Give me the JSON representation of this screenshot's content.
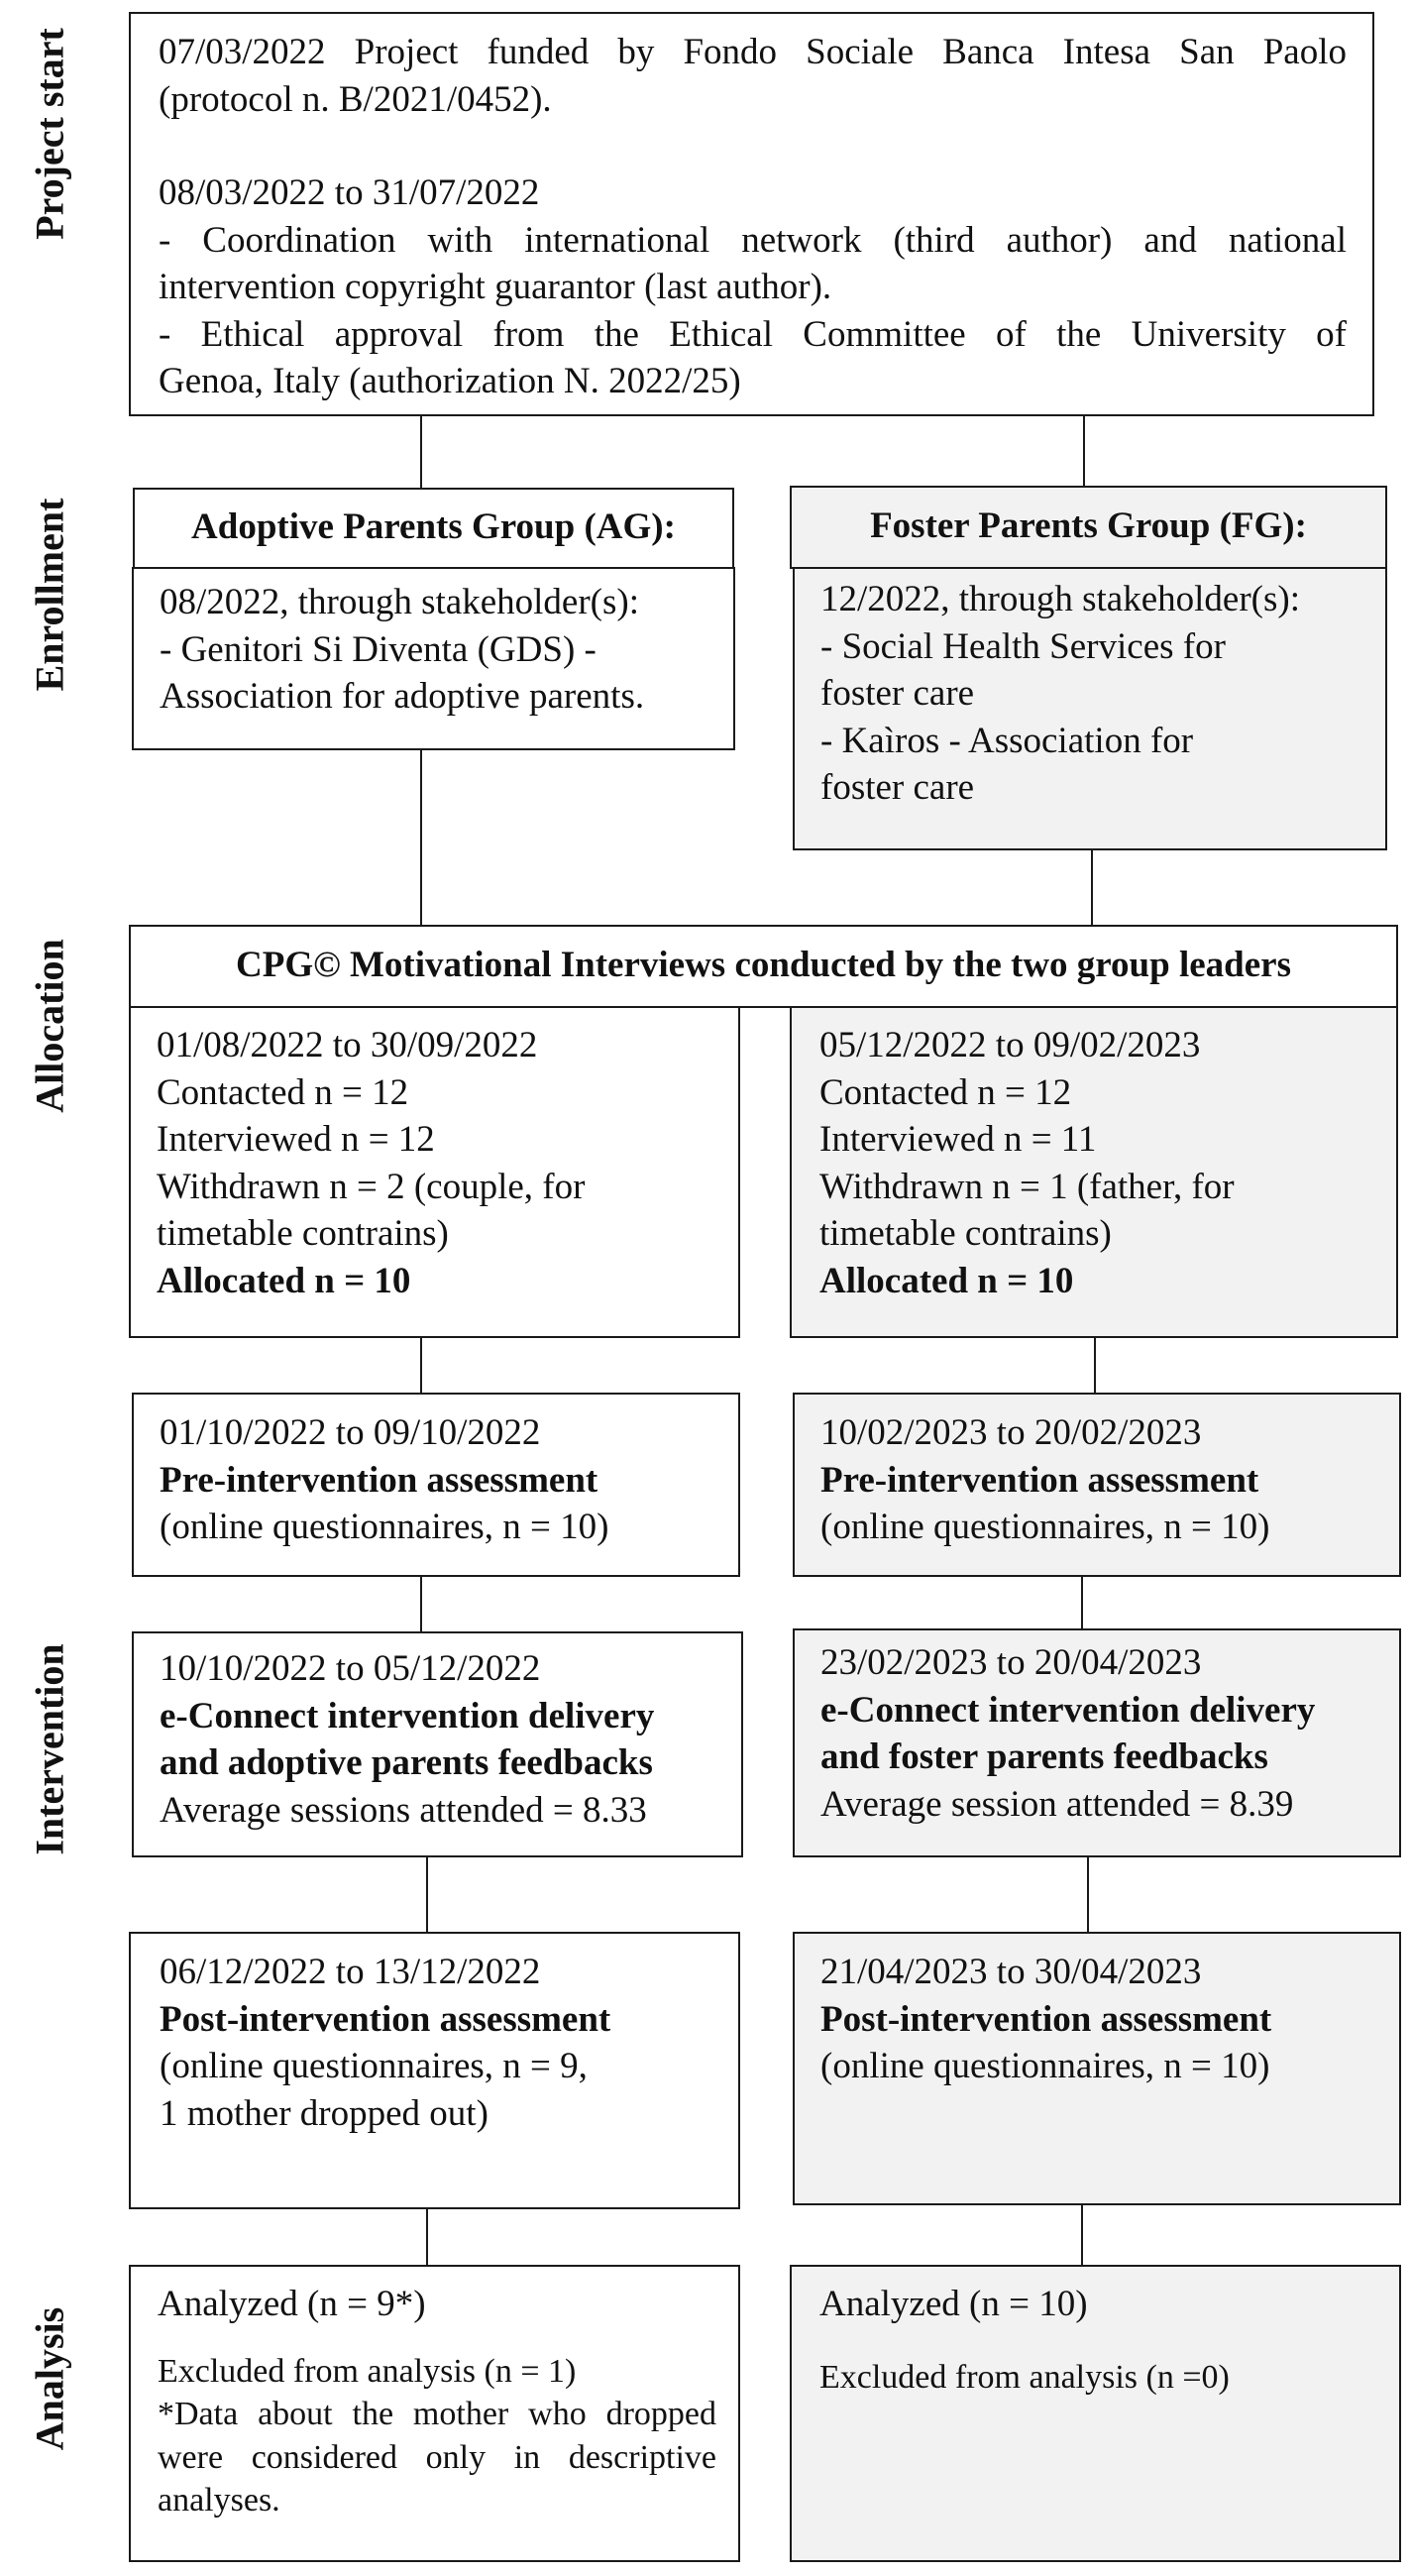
{
  "phases": {
    "project_start": "Project start",
    "enrollment": "Enrollment",
    "allocation": "Allocation",
    "intervention": "Intervention",
    "analysis": "Analysis"
  },
  "project_start_box": {
    "line1": "07/03/2022 Project funded by Fondo Sociale Banca Intesa San Paolo",
    "line2": "(protocol n. B/2021/0452).",
    "line3": "08/03/2022 to 31/07/2022",
    "line4": "- Coordination with international network (third author) and national",
    "line5": "intervention copyright guarantor (last author).",
    "line6": "- Ethical approval from the Ethical Committee of the University of",
    "line7": "Genoa, Italy (authorization N. 2022/25)"
  },
  "ag": {
    "header": "Adoptive Parents Group (AG):",
    "enroll": [
      "08/2022, through stakeholder(s):",
      "- Genitori Si Diventa (GDS) -",
      "Association for adoptive parents."
    ],
    "allocation": [
      "01/08/2022 to 30/09/2022",
      "Contacted n = 12",
      "Interviewed n = 12",
      "Withdrawn n = 2 (couple, for",
      "timetable contrains)",
      "Allocated n = 10"
    ],
    "pre": [
      "01/10/2022 to 09/10/2022",
      "Pre-intervention assessment",
      "(online questionnaires, n = 10)"
    ],
    "intervention": [
      "10/10/2022 to 05/12/2022",
      "e-Connect intervention delivery",
      "and adoptive parents feedbacks",
      "Average sessions attended = 8.33"
    ],
    "post": [
      "06/12/2022 to 13/12/2022",
      "Post-intervention assessment",
      "(online questionnaires, n = 9,",
      "1 mother dropped out)"
    ],
    "analysis": [
      "Analyzed (n = 9*)",
      "Excluded from analysis (n = 1)",
      "*Data about the mother who dropped",
      "were considered only in descriptive",
      "analyses."
    ]
  },
  "fg": {
    "header": "Foster Parents Group (FG):",
    "enroll": [
      "12/2022, through stakeholder(s):",
      "- Social Health Services for",
      "foster care",
      "- Kaìros - Association for",
      "foster care"
    ],
    "allocation": [
      "05/12/2022 to 09/02/2023",
      "Contacted n = 12",
      "Interviewed n = 11",
      "Withdrawn n = 1 (father, for",
      "timetable contrains)",
      "Allocated n = 10"
    ],
    "pre": [
      "10/02/2023 to 20/02/2023",
      "Pre-intervention assessment",
      "(online questionnaires, n = 10)"
    ],
    "intervention": [
      "23/02/2023 to 20/04/2023",
      "e-Connect intervention delivery",
      "and foster parents feedbacks",
      "Average session attended = 8.39"
    ],
    "post": [
      "21/04/2023 to 30/04/2023",
      "Post-intervention assessment",
      "(online questionnaires, n = 10)"
    ],
    "analysis": [
      "Analyzed (n = 10)",
      "Excluded from analysis (n =0)"
    ]
  },
  "cpg_header": "CPG© Motivational Interviews conducted by the two group leaders"
}
